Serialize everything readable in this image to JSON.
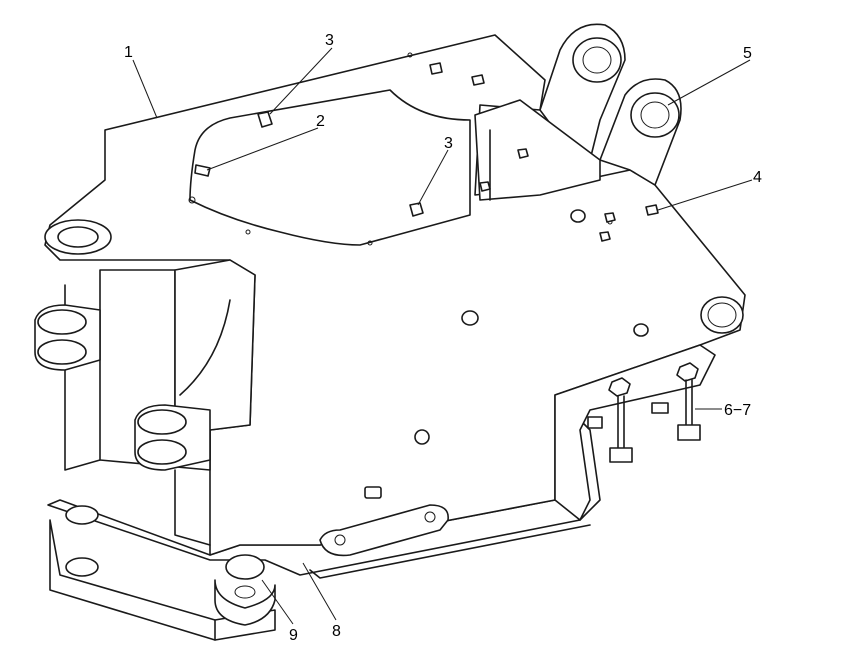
{
  "callouts": {
    "c1": "1",
    "c2": "2",
    "c3a": "3",
    "c3b": "3",
    "c4": "4",
    "c5": "5",
    "c67": "6−7",
    "c8": "8",
    "c9": "9"
  }
}
